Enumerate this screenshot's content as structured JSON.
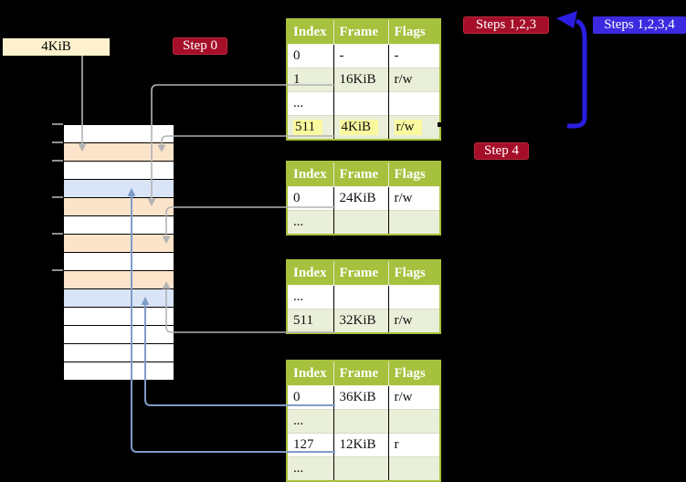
{
  "labels": {
    "frame_size": "4KiB",
    "step0": "Step 0",
    "steps123": "Steps 1,2,3",
    "steps1234": "Steps 1,2,3,4",
    "step4": "Step 4"
  },
  "tables": [
    {
      "headers": [
        "Index",
        "Frame",
        "Flags"
      ],
      "rows": [
        {
          "cells": [
            "0",
            "-",
            "-"
          ]
        },
        {
          "cells": [
            "1",
            "16KiB",
            "r/w"
          ]
        },
        {
          "cells": [
            "...",
            "",
            ""
          ]
        },
        {
          "cells": [
            "511",
            "4KiB",
            "r/w"
          ],
          "highlighted": true
        }
      ]
    },
    {
      "headers": [
        "Index",
        "Frame",
        "Flags"
      ],
      "rows": [
        {
          "cells": [
            "0",
            "24KiB",
            "r/w"
          ]
        },
        {
          "cells": [
            "...",
            "",
            ""
          ]
        }
      ]
    },
    {
      "headers": [
        "Index",
        "Frame",
        "Flags"
      ],
      "rows": [
        {
          "cells": [
            "...",
            "",
            ""
          ]
        },
        {
          "cells": [
            "511",
            "32KiB",
            "r/w"
          ]
        }
      ]
    },
    {
      "headers": [
        "Index",
        "Frame",
        "Flags"
      ],
      "rows": [
        {
          "cells": [
            "0",
            "36KiB",
            "r/w"
          ]
        },
        {
          "cells": [
            "...",
            "",
            ""
          ]
        },
        {
          "cells": [
            "127",
            "12KiB",
            "r"
          ]
        },
        {
          "cells": [
            "...",
            "",
            ""
          ]
        }
      ]
    }
  ],
  "memory": {
    "row_count": 14,
    "tick_count": 6,
    "rows": [
      {
        "kind": "empty"
      },
      {
        "kind": "pagetable"
      },
      {
        "kind": "empty"
      },
      {
        "kind": "frame"
      },
      {
        "kind": "pagetable"
      },
      {
        "kind": "empty"
      },
      {
        "kind": "pagetable"
      },
      {
        "kind": "empty"
      },
      {
        "kind": "pagetable"
      },
      {
        "kind": "frame"
      },
      {
        "kind": "empty"
      },
      {
        "kind": "empty"
      },
      {
        "kind": "empty"
      },
      {
        "kind": "empty"
      }
    ]
  },
  "colors": {
    "green_header": "#a6c13d",
    "green_row": "#e9efd8",
    "yellow": "#fbf9a0",
    "crimson": "#a50e29",
    "blue_label": "#3c2ae0",
    "blue_arrow": "#2b1de1",
    "cream": "#fdf2cd",
    "peach": "#fce4ca",
    "blue_row": "#d9e5f7",
    "gray_arrow": "#b3b3b3",
    "steel_arrow": "#7f9cc9"
  }
}
